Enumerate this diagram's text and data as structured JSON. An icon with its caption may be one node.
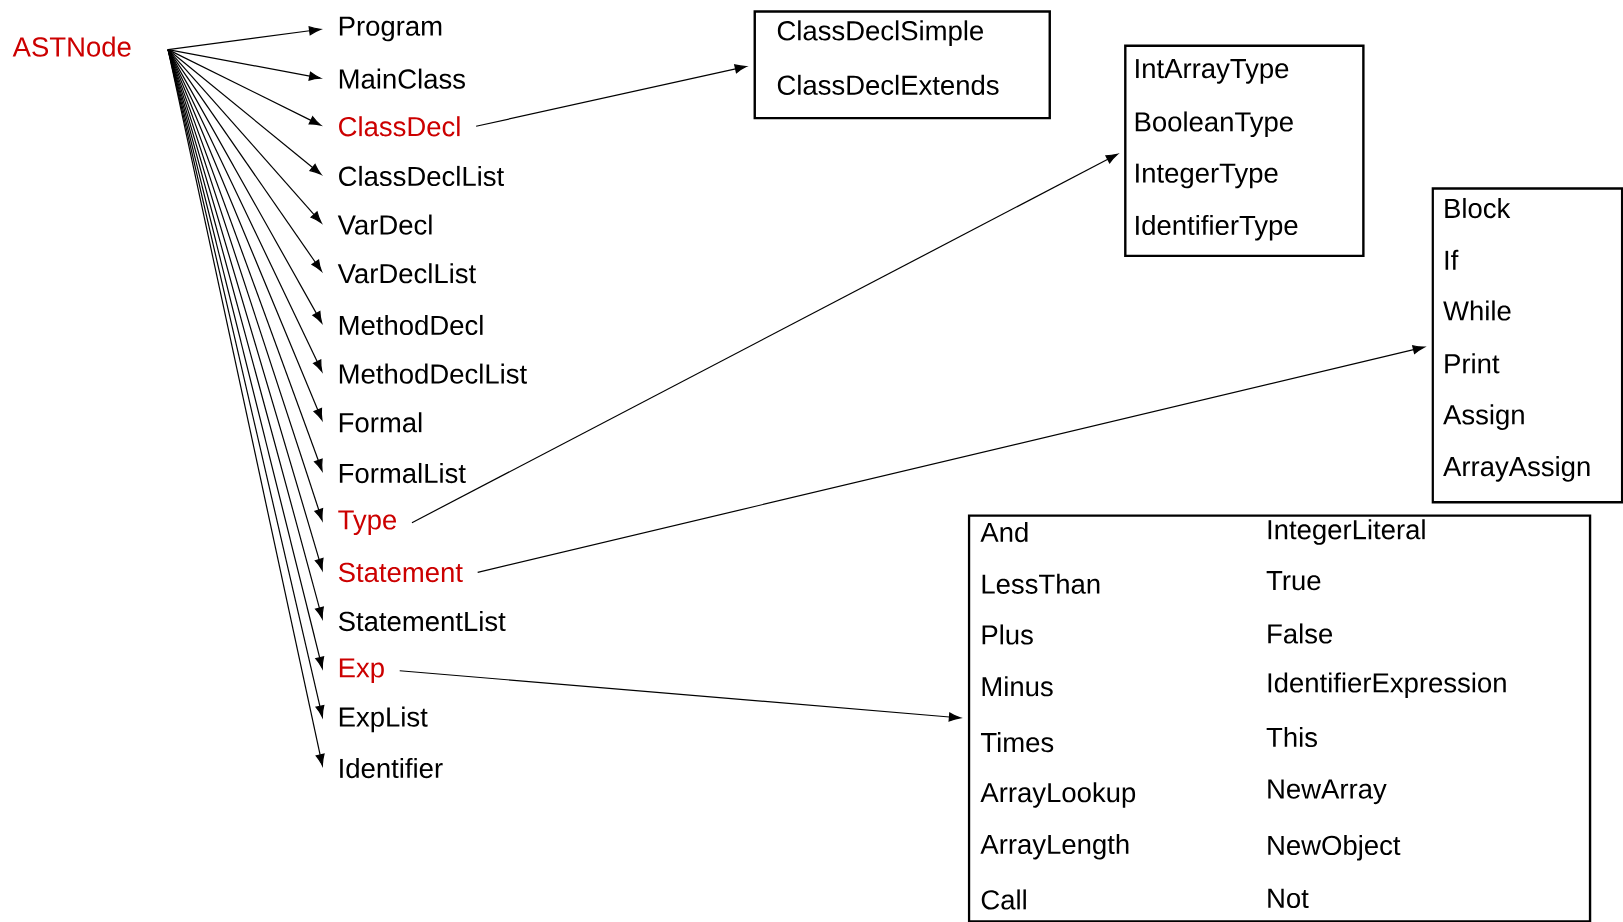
{
  "diagram": {
    "nodes": [
      {
        "text": [
          "ASTNode"
        ]
      },
      {
        "text": [
          "Program"
        ]
      },
      {
        "text": [
          "MainClass"
        ]
      },
      {
        "text": [
          "ClassDecl"
        ]
      },
      {
        "text": [
          "ClassDeclList"
        ]
      },
      {
        "text": [
          "VarDecl"
        ]
      },
      {
        "text": [
          "VarDeclList"
        ]
      },
      {
        "text": [
          "MethodDecl"
        ]
      },
      {
        "text": [
          "MethodDeclList"
        ]
      },
      {
        "text": [
          "Formal"
        ]
      },
      {
        "text": [
          "FormalList"
        ]
      },
      {
        "text": [
          "Type"
        ]
      },
      {
        "text": [
          "Statement"
        ]
      },
      {
        "text": [
          "StatementList"
        ]
      },
      {
        "text": [
          "Exp"
        ]
      },
      {
        "text": [
          "ExpList"
        ]
      },
      {
        "text": [
          "Identifier"
        ]
      },
      {
        "text": [
          "ClassDeclSimple",
          "ClassDeclExtends"
        ]
      },
      {
        "text": [
          "IntArrayType",
          "BooleanType",
          "IntegerType",
          "IdentifierType"
        ]
      },
      {
        "text": [
          "Block",
          "If",
          "While",
          "Print",
          "Assign",
          "ArrayAssign"
        ]
      },
      {
        "text": [
          "And",
          "IntegerLiteral",
          "LessThan",
          "True",
          "Plus",
          "False",
          "Minus",
          "IdentifierExpression",
          "Times",
          "This",
          "ArrayLookup",
          "NewArray",
          "ArrayLength",
          "NewObject",
          "Call",
          "Not"
        ]
      }
    ],
    "edges": [
      {
        "from": 0,
        "to": 1,
        "arrow": "to"
      },
      {
        "from": 0,
        "to": 2,
        "arrow": "to"
      },
      {
        "from": 0,
        "to": 3,
        "arrow": "to"
      },
      {
        "from": 0,
        "to": 4,
        "arrow": "to"
      },
      {
        "from": 0,
        "to": 5,
        "arrow": "to"
      },
      {
        "from": 0,
        "to": 6,
        "arrow": "to"
      },
      {
        "from": 0,
        "to": 7,
        "arrow": "to"
      },
      {
        "from": 0,
        "to": 8,
        "arrow": "to"
      },
      {
        "from": 0,
        "to": 9,
        "arrow": "to"
      },
      {
        "from": 0,
        "to": 10,
        "arrow": "to"
      },
      {
        "from": 0,
        "to": 11,
        "arrow": "to"
      },
      {
        "from": 0,
        "to": 12,
        "arrow": "to"
      },
      {
        "from": 0,
        "to": 13,
        "arrow": "to"
      },
      {
        "from": 0,
        "to": 14,
        "arrow": "to"
      },
      {
        "from": 0,
        "to": 15,
        "arrow": "to"
      },
      {
        "from": 0,
        "to": 16,
        "arrow": "to"
      },
      {
        "from": 3,
        "to": 17,
        "arrow": "to"
      },
      {
        "from": 11,
        "to": 18,
        "arrow": "to"
      },
      {
        "from": 12,
        "to": 19,
        "arrow": "to"
      },
      {
        "from": 14,
        "to": 20,
        "arrow": "to"
      }
    ]
  }
}
